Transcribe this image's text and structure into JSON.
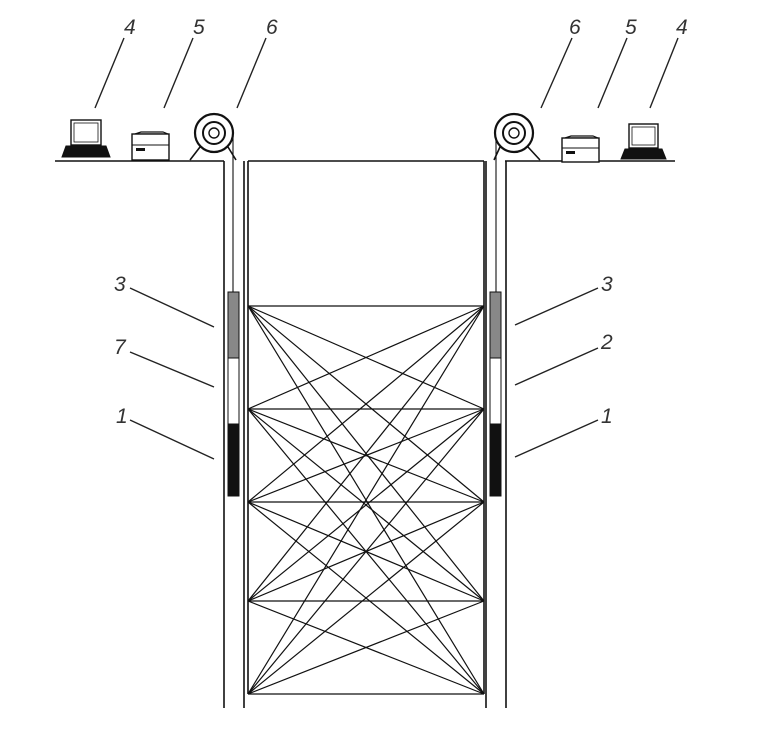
{
  "labels": {
    "left_top": [
      "4",
      "5",
      "6"
    ],
    "right_top": [
      "6",
      "5",
      "4"
    ],
    "left_side": [
      "3",
      "7",
      "1"
    ],
    "right_side": [
      "3",
      "2",
      "1"
    ]
  },
  "colors": {
    "line": "#111111",
    "probe_gray": "#888888",
    "probe_black": "#111111",
    "label": "#333333"
  },
  "components": {
    "item_1": "probe-dark-section-icon",
    "item_2": "probe-light-section-icon",
    "item_3": "probe-gray-section-icon",
    "item_4": "laptop-icon",
    "item_5": "instrument-box-icon",
    "item_6": "cable-reel-pulley-icon",
    "item_7": "probe-light-section-icon"
  }
}
